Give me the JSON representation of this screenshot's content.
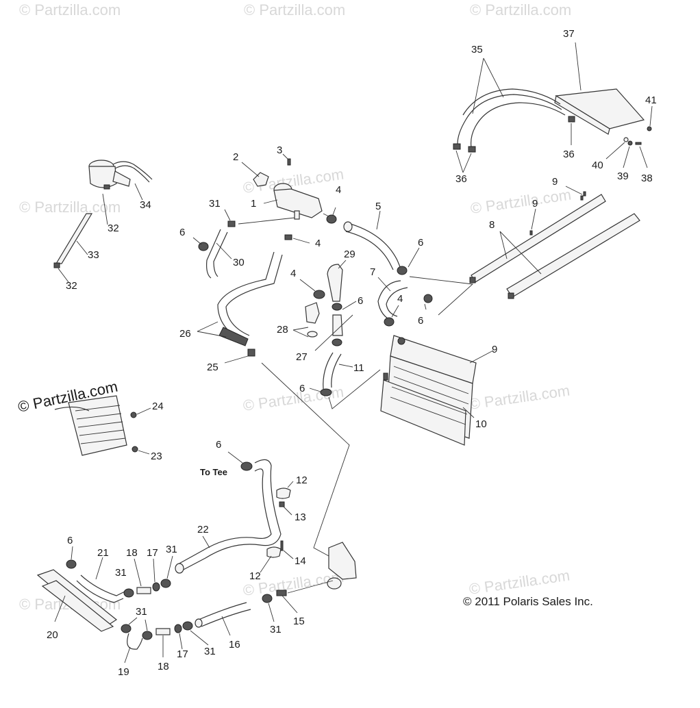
{
  "watermark": "© Partzilla.com",
  "copyright": "© 2011 Polaris Sales Inc.",
  "note_to_tee": "To Tee",
  "callouts": [
    "1",
    "2",
    "3",
    "4",
    "4",
    "4",
    "4",
    "5",
    "6",
    "6",
    "6",
    "6",
    "6",
    "6",
    "6",
    "7",
    "8",
    "9",
    "9",
    "9",
    "10",
    "11",
    "12",
    "12",
    "13",
    "14",
    "15",
    "16",
    "17",
    "17",
    "18",
    "18",
    "19",
    "20",
    "21",
    "22",
    "23",
    "24",
    "25",
    "26",
    "27",
    "28",
    "29",
    "30",
    "31",
    "31",
    "31",
    "31",
    "31",
    "31",
    "32",
    "32",
    "33",
    "34",
    "35",
    "36",
    "36",
    "37",
    "38",
    "39",
    "40",
    "41"
  ]
}
